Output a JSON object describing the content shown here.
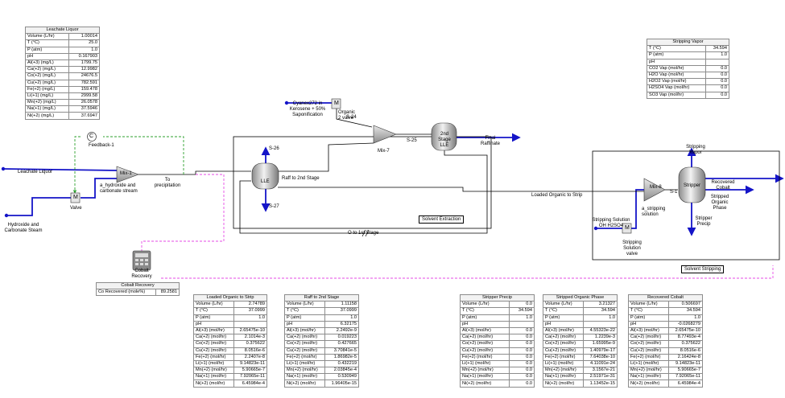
{
  "labels": {
    "leachate_liquor": "Leachate Liquor",
    "hydroxide_stream": "Hydroxide and\nCarbonate Steam",
    "valve": "Valve",
    "feedback": "Feedback-1",
    "mix1": "Mix-1",
    "a_hydroxide": "a_hydroxide and\ncarbonate stream",
    "to_precipitation": "To\nprecipitation",
    "cobalt_recovery": "Cobalt\nRecovery",
    "cyanex": "Cyanex272 in\nKerosene + 50%\nSaponification",
    "organic_valve": "Organic\n2 valve",
    "s24": "S-24",
    "s25": "S-25",
    "s26": "S-26",
    "s27": "S-27",
    "mix7": "Mix-7",
    "lle": "LLE",
    "lle2": "2nd\nStage\nLLE",
    "final_raffinate": "Final\nRaffinate",
    "raff_to_2nd": "Raff to 2nd Stage",
    "o_to_1st": "O to 1st Stage",
    "solvent_extraction": "Solvent Extraction",
    "loaded_organic": "Loaded Organic to Strip",
    "mix8": "Mix-8",
    "s1": "S-1",
    "a_stripping": "a_stripping\nsolution",
    "stripping_solution": "Stripping Solution\nOH H2SO4",
    "stripping_valve": "Stripping\nSolution\nvalve",
    "stripper": "Stripper",
    "stripping_vapor": "Stripping\nVapor",
    "stripped_organic": "Stripped\nOrganic\nPhase",
    "stripper_precip": "Stripper\nPrecip",
    "recovered_cobalt": "Recovered\nCobalt",
    "solvent_stripping": "Solvent Stripping",
    "m": "M",
    "c": "C"
  },
  "tables": {
    "leachate": {
      "title": "Leachate Liquor",
      "rows": [
        [
          "Volume (L/hr)",
          "1.00014"
        ],
        [
          "T (°C)",
          "25.0"
        ],
        [
          "P (atm)",
          "1.0"
        ],
        [
          "pH",
          "0.167903"
        ],
        [
          "Al(+3) (mg/L)",
          "1799.75"
        ],
        [
          "Ca(+2) (mg/L)",
          "12.9982"
        ],
        [
          "Co(+2) (mg/L)",
          "24676.5"
        ],
        [
          "Cu(+2) (mg/L)",
          "782.591"
        ],
        [
          "Fe(+2) (mg/L)",
          "159.478"
        ],
        [
          "Li(+1) (mg/L)",
          "2999.58"
        ],
        [
          "Mn(+2) (mg/L)",
          "26.0578"
        ],
        [
          "Na(+1) (mg/L)",
          "37.5946"
        ],
        [
          "Ni(+2) (mg/L)",
          "37.6947"
        ]
      ]
    },
    "stripping_vapor": {
      "title": "Stripping Vapor",
      "rows": [
        [
          "T (°C)",
          "34.594"
        ],
        [
          "P (atm)",
          "1.0"
        ],
        [
          "pH",
          ""
        ],
        [
          "CO2 Vap (mol/hr)",
          "0.0"
        ],
        [
          "H2O Vap (mol/hr)",
          "0.0"
        ],
        [
          "H2O2 Vap (mol/hr)",
          "0.0"
        ],
        [
          "H2SO4 Vap (mol/hr)",
          "0.0"
        ],
        [
          "SO3 Vap (mol/hr)",
          "0.0"
        ]
      ]
    },
    "cobalt_recovery": {
      "title": "Cobalt Recovery",
      "rows": [
        [
          "Co Recovered (mole%)",
          "89.2581"
        ]
      ]
    },
    "loaded_organic": {
      "title": "Loaded Organic to Strip",
      "rows": [
        [
          "Volume (L/hr)",
          "2.74789"
        ],
        [
          "T (°C)",
          "37.0999"
        ],
        [
          "P (atm)",
          "1.0"
        ],
        [
          "pH",
          ""
        ],
        [
          "Al(+3) (mol/hr)",
          "2.65475e-10"
        ],
        [
          "Ca(+2) (mol/hr)",
          "2.1014e-3"
        ],
        [
          "Co(+2) (mol/hr)",
          "0.375622"
        ],
        [
          "Cu(+2) (mol/hr)",
          "8.0516e-6"
        ],
        [
          "Fe(+2) (mol/hr)",
          "2.2407e-8"
        ],
        [
          "Li(+1) (mol/hr)",
          "9.14823e-11"
        ],
        [
          "Mn(+2) (mol/hr)",
          "5.90665e-7"
        ],
        [
          "Na(+1) (mol/hr)",
          "7.92065e-11"
        ],
        [
          "Ni(+2) (mol/hr)",
          "6.45984e-4"
        ]
      ]
    },
    "raff_to_2nd": {
      "title": "Raff to 2nd Stage",
      "rows": [
        [
          "Volume (L/hr)",
          "1.11158"
        ],
        [
          "T (°C)",
          "37.0999"
        ],
        [
          "P (atm)",
          "1.0"
        ],
        [
          "pH",
          "6.32175"
        ],
        [
          "Al(+3) (mol/hr)",
          "2.2492e-9"
        ],
        [
          "Ca(+2) (mol/hr)",
          "0.019223"
        ],
        [
          "Co(+2) (mol/hr)",
          "0.427665"
        ],
        [
          "Cu(+2) (mol/hr)",
          "3.70841e-5"
        ],
        [
          "Fe(+2) (mol/hr)",
          "1.86982e-5"
        ],
        [
          "Li(+1) (mol/hr)",
          "0.432219"
        ],
        [
          "Mn(+2) (mol/hr)",
          "2.03845e-4"
        ],
        [
          "Na(+1) (mol/hr)",
          "0.530949"
        ],
        [
          "Ni(+2) (mol/hr)",
          "1.96405e-15"
        ]
      ]
    },
    "stripper_precip": {
      "title": "Stripper Precip",
      "rows": [
        [
          "Volume (L/hr)",
          "0.0"
        ],
        [
          "T (°C)",
          "34.594"
        ],
        [
          "P (atm)",
          "1.0"
        ],
        [
          "pH",
          ""
        ],
        [
          "Al(+3) (mol/hr)",
          "0.0"
        ],
        [
          "Ca(+2) (mol/hr)",
          "0.0"
        ],
        [
          "Co(+2) (mol/hr)",
          "0.0"
        ],
        [
          "Cu(+2) (mol/hr)",
          "0.0"
        ],
        [
          "Fe(+2) (mol/hr)",
          "0.0"
        ],
        [
          "Li(+1) (mol/hr)",
          "0.0"
        ],
        [
          "Mn(+2) (mol/hr)",
          "0.0"
        ],
        [
          "Na(+1) (mol/hr)",
          "0.0"
        ],
        [
          "Ni(+2) (mol/hr)",
          "0.0"
        ]
      ]
    },
    "stripped_organic": {
      "title": "Stripped Organic Phase",
      "rows": [
        [
          "Volume (L/hr)",
          "3.21327"
        ],
        [
          "T (°C)",
          "34.594"
        ],
        [
          "P (atm)",
          "1.0"
        ],
        [
          "pH",
          ""
        ],
        [
          "Al(+3) (mol/hr)",
          "4.55323e-22"
        ],
        [
          "Ca(+2) (mol/hr)",
          "1.2239e-3"
        ],
        [
          "Co(+2) (mol/hr)",
          "1.65995e-9"
        ],
        [
          "Cu(+2) (mol/hr)",
          "1.40979e-17"
        ],
        [
          "Fe(+2) (mol/hr)",
          "7.64038e-10"
        ],
        [
          "Li(+1) (mol/hr)",
          "4.11091e-24"
        ],
        [
          "Mn(+2) (mol/hr)",
          "3.1567e-21"
        ],
        [
          "Na(+1) (mol/hr)",
          "2.51971e-31"
        ],
        [
          "Ni(+2) (mol/hr)",
          "1.13452e-15"
        ]
      ]
    },
    "recovered_cobalt": {
      "title": "Recovered Cobalt",
      "rows": [
        [
          "Volume (L/hr)",
          "0.506697"
        ],
        [
          "T (°C)",
          "34.594"
        ],
        [
          "P (atm)",
          "1.0"
        ],
        [
          "pH",
          "-0.0268279"
        ],
        [
          "Al(+3) (mol/hr)",
          "2.65475e-10"
        ],
        [
          "Ca(+2) (mol/hr)",
          "8.77493e-4"
        ],
        [
          "Co(+2) (mol/hr)",
          "0.375622"
        ],
        [
          "Cu(+2) (mol/hr)",
          "8.0516e-6"
        ],
        [
          "Fe(+2) (mol/hr)",
          "2.16424e-8"
        ],
        [
          "Li(+1) (mol/hr)",
          "9.14823e-11"
        ],
        [
          "Mn(+2) (mol/hr)",
          "5.90665e-7"
        ],
        [
          "Na(+1) (mol/hr)",
          "7.92065e-11"
        ],
        [
          "Ni(+2) (mol/hr)",
          "6.45984e-4"
        ]
      ]
    }
  },
  "colors": {
    "stream": "#1414c8",
    "process": "#000000",
    "recycle": "#2ca02c",
    "signal": "#e64be6"
  }
}
